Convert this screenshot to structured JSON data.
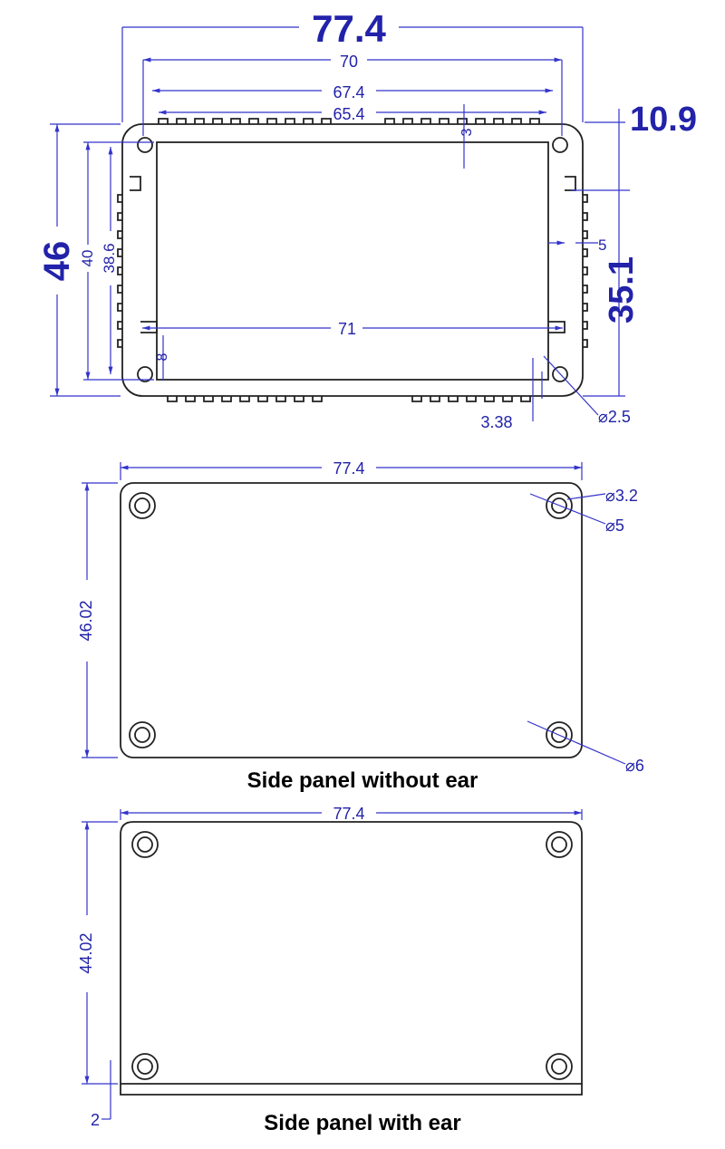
{
  "profile_view": {
    "dims": {
      "overall_width": "77.4",
      "width_70": "70",
      "width_67_4": "67.4",
      "width_65_4": "65.4",
      "fin_depth": "3",
      "side_offset": "10.9",
      "overall_height": "46",
      "height_40": "40",
      "height_38_6": "38.6",
      "slot_width": "5",
      "inner_height": "35.1",
      "slot_span": "71",
      "slot_height": "8",
      "screw_offset": "3.38",
      "screw_hole": "⌀2.5"
    }
  },
  "panel_without_ear": {
    "caption": "Side panel without ear",
    "dims": {
      "width": "77.4",
      "height": "46.02",
      "hole_small": "⌀3.2",
      "hole_counterbore": "⌀5",
      "hole_outer": "⌀6"
    }
  },
  "panel_with_ear": {
    "caption": "Side panel with ear",
    "dims": {
      "width": "77.4",
      "height": "44.02",
      "ear": "2"
    }
  },
  "colors": {
    "dimension": "#3333cc",
    "outline": "#222222"
  }
}
